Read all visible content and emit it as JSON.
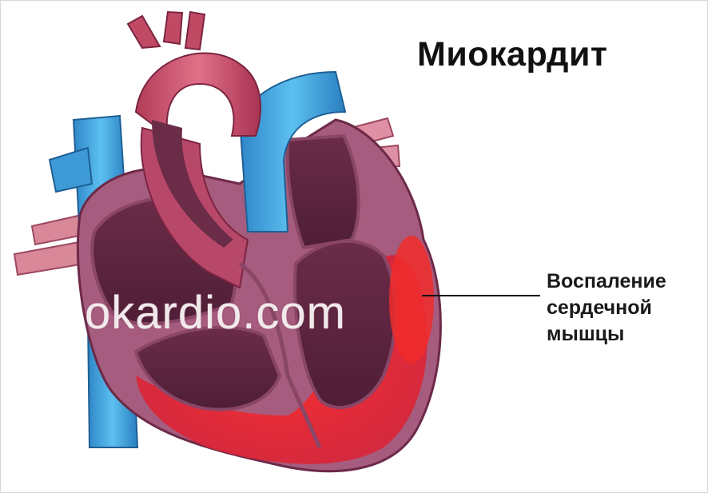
{
  "title": "Миокардит",
  "callout": {
    "lines": [
      "Воспаление",
      "сердечной",
      "мышцы"
    ]
  },
  "watermark": "okardio.com",
  "colors": {
    "myocardium_outer": "#a35a7a",
    "chamber_dark": "#5e2640",
    "vein_blue": "#3a9ad8",
    "artery_red": "#c84a64",
    "inflammation_red": "#e8202c",
    "text": "#111111"
  }
}
